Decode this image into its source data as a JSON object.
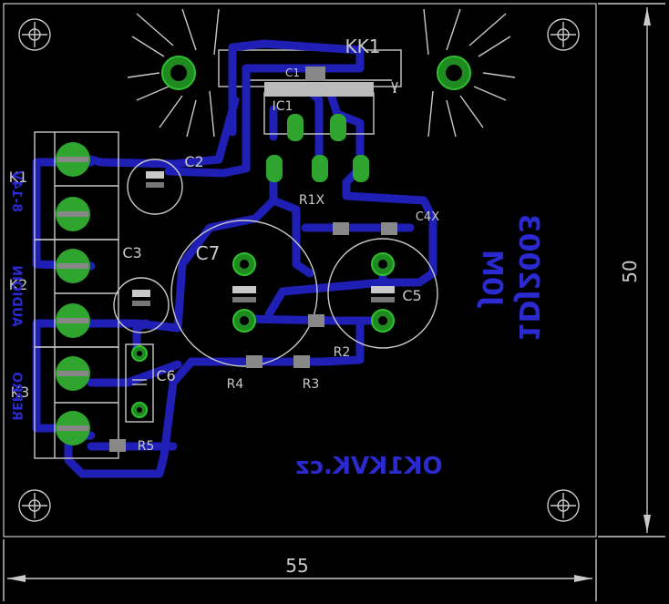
{
  "board": {
    "width_label": "55",
    "height_label": "50"
  },
  "labels": {
    "kk1": "KK1",
    "ic1": "IC1",
    "c1": "C1",
    "c2": "C2",
    "c3": "C3",
    "c4": "C4X",
    "c5": "C5",
    "c6": "C6",
    "c7": "C7",
    "r1": "R1X",
    "r2": "R2",
    "r3": "R3",
    "r4": "R4",
    "r5": "R5",
    "k1": "K1",
    "k2": "K2",
    "k3": "K3"
  },
  "copper_text": {
    "line1": "1DJ2003",
    "line2": "J0M",
    "website": "OK1KVK.cz",
    "side1": "8-14V",
    "side2": "AUDIOIN",
    "side3": "REPRO"
  },
  "colors": {
    "trace": "#1f1fb5",
    "pad": "#1f8a1f",
    "silk": "#c9c9c9"
  }
}
